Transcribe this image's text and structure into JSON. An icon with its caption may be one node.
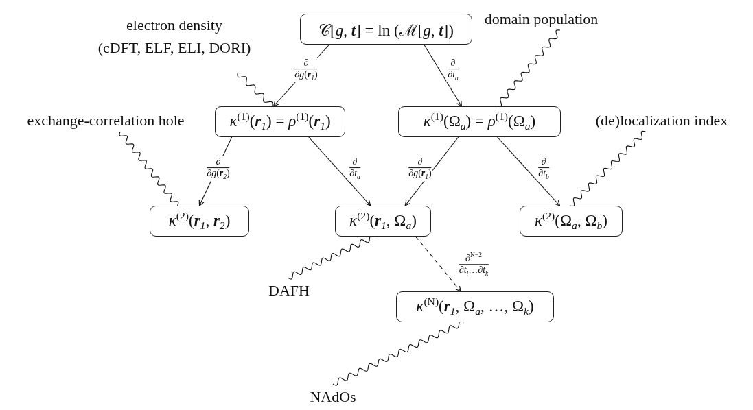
{
  "diagram": {
    "nodes": [
      {
        "text": [
          "𝒞[*g*, **t**] = ln (ℳ[*g*, **t**])"
        ]
      },
      {
        "text": [
          "*κ*$^{(1)}$(**r**$_{1}$) = *ρ*$^{(1)}$(**r**$_{1}$)"
        ]
      },
      {
        "text": [
          "*κ*$^{(1)}$(Ω$_{a}$) = *ρ*$^{(1)}$(Ω$_{a}$)"
        ]
      },
      {
        "text": [
          "*κ*$^{(2)}$(**r**$_{1}$, **r**$_{2}$)"
        ]
      },
      {
        "text": [
          "*κ*$^{(2)}$(**r**$_{1}$, Ω$_{a}$)"
        ]
      },
      {
        "text": [
          "*κ*$^{(2)}$(Ω$_{a}$, Ω$_{b}$)"
        ]
      },
      {
        "text": [
          "*κ*$^{(N)}$(**r**$_{1}$, Ω$_{a}$, …, Ω$_{k}$)"
        ]
      },
      {
        "text": [
          "electron density",
          "(cDFT, ELF, ELI, DORI)"
        ]
      },
      {
        "text": [
          "domain population"
        ]
      },
      {
        "text": [
          "exchange-correlation hole"
        ]
      },
      {
        "text": [
          "(de)localization index"
        ]
      },
      {
        "text": [
          "DAFH"
        ]
      },
      {
        "text": [
          "NAdOs"
        ]
      }
    ],
    "edges": [
      {
        "from": 0,
        "to": 1,
        "arrow": "to",
        "label": "∂ ∂*g*(**r**$_{1}$)"
      },
      {
        "from": 0,
        "to": 2,
        "arrow": "to",
        "label": "∂ ∂*t*$_{a}$"
      },
      {
        "from": 1,
        "to": 3,
        "arrow": "to",
        "label": "∂ ∂*g*(**r**$_{2}$)"
      },
      {
        "from": 1,
        "to": 4,
        "arrow": "to",
        "label": "∂ ∂*t*$_{a}$"
      },
      {
        "from": 2,
        "to": 4,
        "arrow": "to",
        "label": "∂ ∂*g*(**r**$_{1}$)"
      },
      {
        "from": 2,
        "to": 5,
        "arrow": "to",
        "label": "∂ ∂*t*$_{b}$"
      },
      {
        "from": 4,
        "to": 6,
        "arrow": "to",
        "label": "∂$^{N−2}$ ∂*t*$_{l}$…∂*t*$_{k}$",
        "style": "dashed"
      },
      {
        "from": 7,
        "to": 1,
        "arrow": "none"
      },
      {
        "from": 8,
        "to": 2,
        "arrow": "none"
      },
      {
        "from": 9,
        "to": 3,
        "arrow": "none"
      },
      {
        "from": 10,
        "to": 5,
        "arrow": "none"
      },
      {
        "from": 11,
        "to": 4,
        "arrow": "none"
      },
      {
        "from": 12,
        "to": 6,
        "arrow": "none"
      }
    ]
  }
}
